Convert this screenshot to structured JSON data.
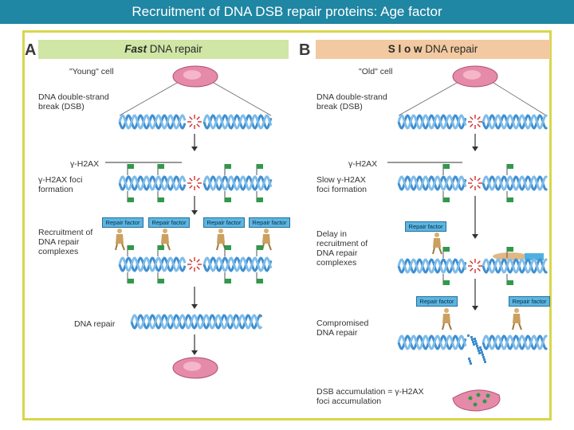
{
  "title": "Recruitment of DNA DSB repair proteins: Age factor",
  "panel_a": {
    "letter": "A",
    "header_em": "Fast",
    "header_rest": " DNA repair",
    "cell": "\"Young\" cell",
    "dsb": "DNA double-strand break (DSB)",
    "h2ax": "γ-H2AX",
    "foci": "γ-H2AX foci formation",
    "recruit": "Recruitment of DNA repair complexes",
    "repair": "DNA repair",
    "repair_factor": "Repair factor"
  },
  "panel_b": {
    "letter": "B",
    "header_em": "S l o w",
    "header_rest": " DNA repair",
    "cell": "\"Old\" cell",
    "dsb": "DNA double-strand break (DSB)",
    "h2ax": "γ-H2AX",
    "foci": "Slow γ-H2AX foci formation",
    "delay": "Delay in recruitment of DNA repair complexes",
    "compromised": "Compromised DNA repair",
    "accum": "DSB accumulation = γ-H2AX foci accumulation",
    "repair_factor": "Repair factor"
  },
  "colors": {
    "title_bg": "#1f86a3",
    "frame": "#d9d64a",
    "header_a": "#cfe6a5",
    "header_b": "#f2c9a0",
    "dna": "#3f8fd0",
    "cell": "#e58aa8",
    "flag": "#2f9a4a",
    "tag": "#5bb6e0"
  }
}
